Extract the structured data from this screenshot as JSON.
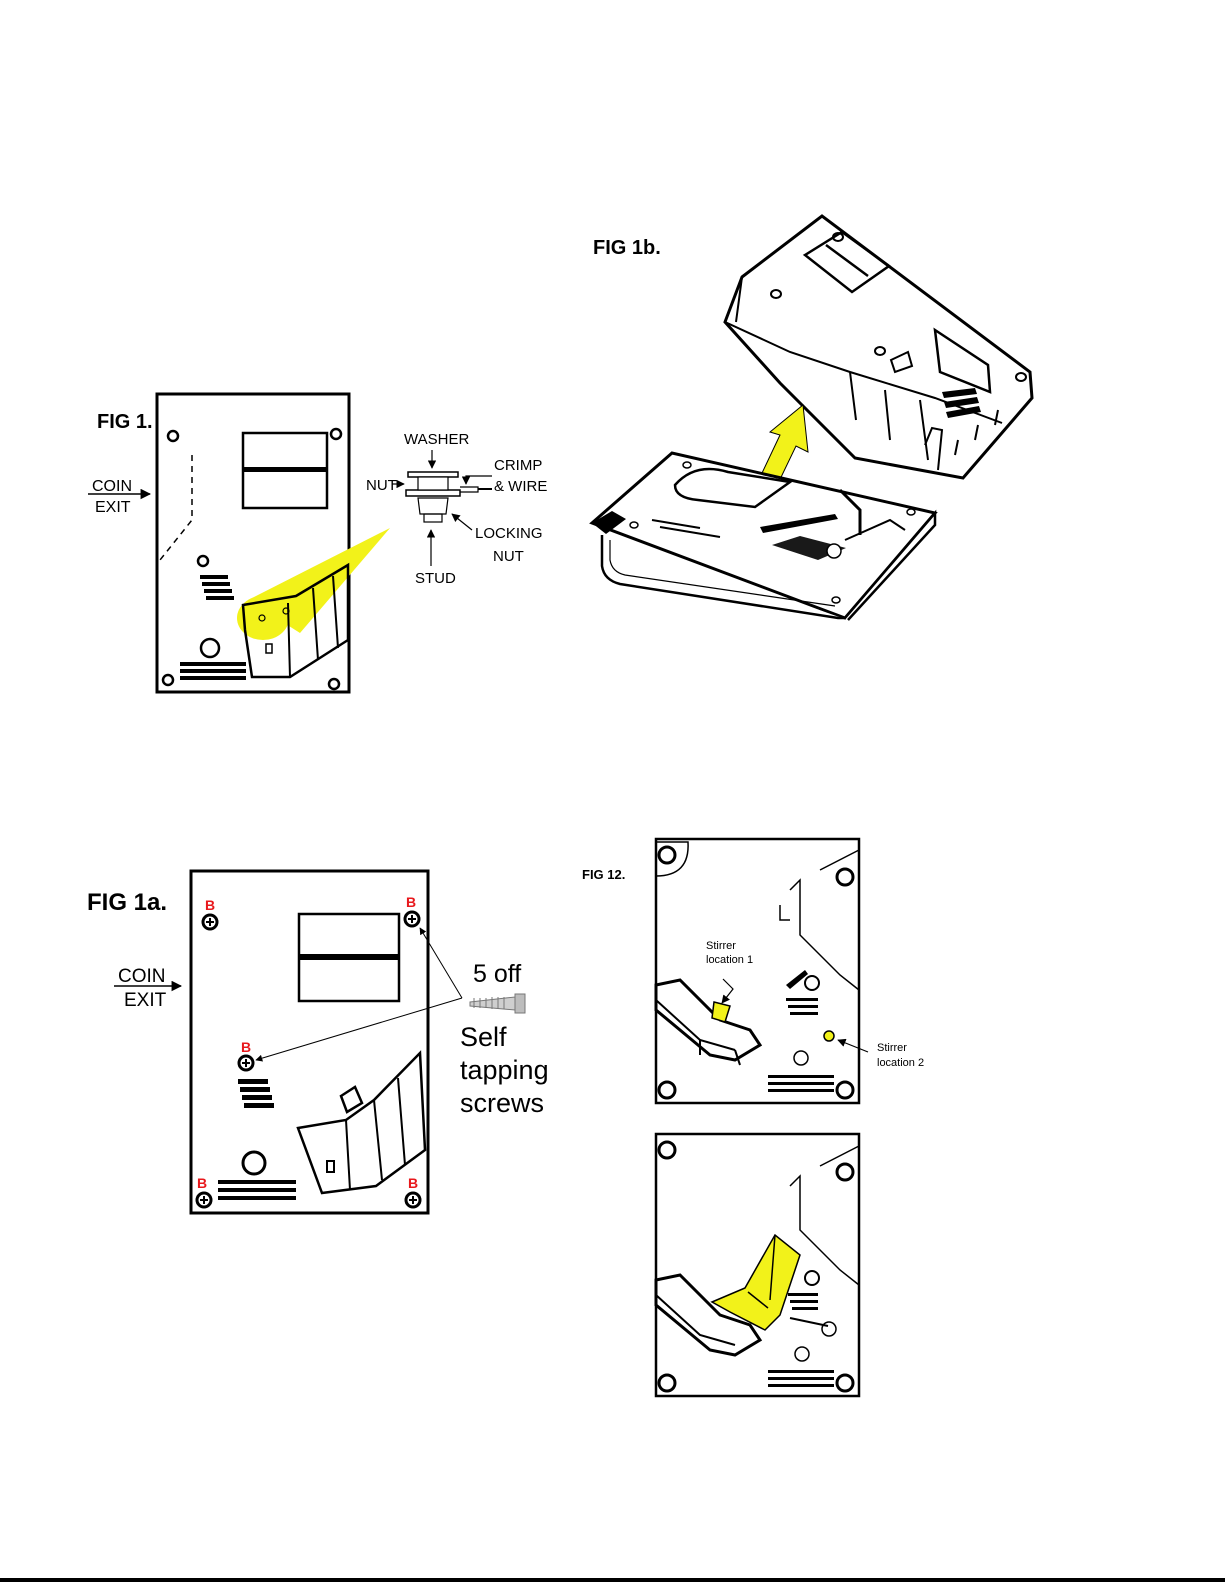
{
  "fig1": {
    "title": "FIG 1.",
    "coin": "COIN",
    "exit": "EXIT",
    "washer": "WASHER",
    "crimp": "CRIMP",
    "wire": "& WIRE",
    "nut": "NUT",
    "locking": "LOCKING",
    "locking_nut": "NUT",
    "stud": "STUD"
  },
  "fig1b": {
    "title": "FIG 1b."
  },
  "fig1a": {
    "title": "FIG 1a.",
    "coin": "COIN",
    "exit": "EXIT",
    "marker": "B",
    "count": "5 off",
    "screw_line1": "Self",
    "screw_line2": "tapping",
    "screw_line3": "screws"
  },
  "fig12": {
    "title": "FIG 12.",
    "loc1_line1": "Stirrer",
    "loc1_line2": "location 1",
    "loc2_line1": "Stirrer",
    "loc2_line2": "location 2"
  },
  "colors": {
    "highlight": "#f2f21a",
    "marker": "#e8181c",
    "ink": "#000000"
  }
}
